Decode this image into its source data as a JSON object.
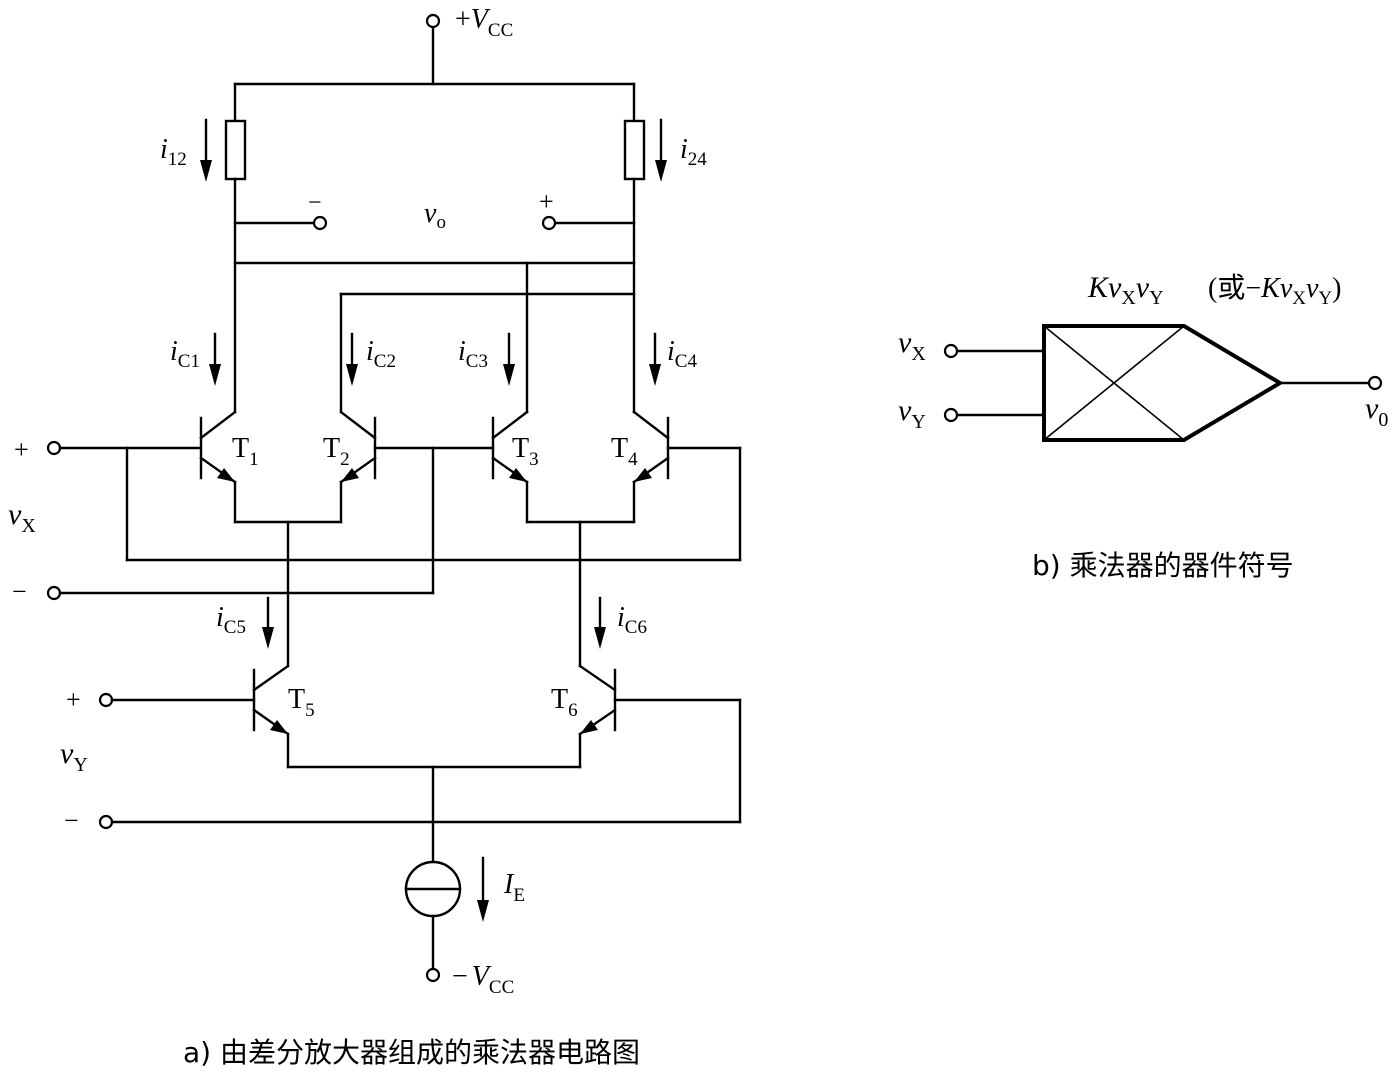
{
  "circuit_a": {
    "supply_pos": {
      "sign": "+",
      "symbol": "V",
      "sub": "CC"
    },
    "supply_neg": {
      "sign": "−",
      "symbol": "V",
      "sub": "CC"
    },
    "i12": {
      "symbol": "i",
      "sub": "12"
    },
    "i24": {
      "symbol": "i",
      "sub": "24"
    },
    "vo": {
      "symbol": "v",
      "sub": "o",
      "minus": "−",
      "plus": "+"
    },
    "ic1": {
      "symbol": "i",
      "sub": "C1"
    },
    "ic2": {
      "symbol": "i",
      "sub": "C2"
    },
    "ic3": {
      "symbol": "i",
      "sub": "C3"
    },
    "ic4": {
      "symbol": "i",
      "sub": "C4"
    },
    "ic5": {
      "symbol": "i",
      "sub": "C5"
    },
    "ic6": {
      "symbol": "i",
      "sub": "C6"
    },
    "t1": {
      "symbol": "T",
      "sub": "1"
    },
    "t2": {
      "symbol": "T",
      "sub": "2"
    },
    "t3": {
      "symbol": "T",
      "sub": "3"
    },
    "t4": {
      "symbol": "T",
      "sub": "4"
    },
    "t5": {
      "symbol": "T",
      "sub": "5"
    },
    "t6": {
      "symbol": "T",
      "sub": "6"
    },
    "vx": {
      "symbol": "v",
      "sub": "X",
      "plus": "+",
      "minus": "−"
    },
    "vy": {
      "symbol": "v",
      "sub": "Y",
      "plus": "+",
      "minus": "−"
    },
    "ie": {
      "symbol": "I",
      "sub": "E"
    },
    "caption": "a) 由差分放大器组成的乘法器电路图"
  },
  "symbol_b": {
    "in_x": {
      "symbol": "v",
      "sub": "X"
    },
    "in_y": {
      "symbol": "v",
      "sub": "Y"
    },
    "out": {
      "symbol": "v",
      "sub": "0"
    },
    "formula_main": {
      "k": "K",
      "v1": "v",
      "s1": "X",
      "v2": "v",
      "s2": "Y"
    },
    "formula_alt": {
      "open": "(或−",
      "k": "K",
      "v1": "v",
      "s1": "X",
      "v2": "v",
      "s2": "Y",
      "close": ")"
    },
    "caption": "b) 乘法器的器件符号"
  }
}
